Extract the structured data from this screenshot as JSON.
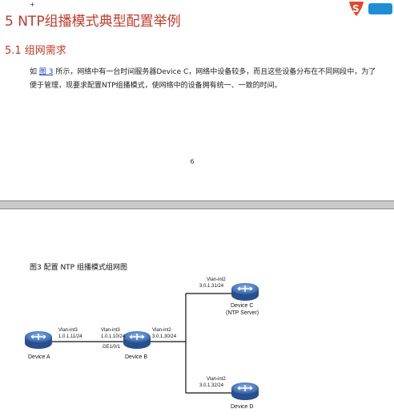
{
  "section": {
    "title": "5 NTP组播模式典型配置举例",
    "subsection": "5.1 组网需求",
    "para_pre": "如 ",
    "para_link": "图 3",
    "para_post": " 所示，网络中有一台时间服务器Device C，网络中设备较多，而且这些设备分布在不同网段中，为了便于管理，现要求配置NTP组播模式，使网络中的设备拥有统一、一致的时间。"
  },
  "page_number": "6",
  "figure": {
    "caption": "图3 配置 NTP 组播模式组网图",
    "devices": {
      "a": {
        "name": "Device A",
        "iface": "Vlan-int3",
        "ip": "1.0.1.11/24"
      },
      "b": {
        "name": "Device B",
        "iface_left": "Vlan-int3",
        "ip_left": "1.0.1.10/24",
        "port": "GE1/0/1",
        "iface_right": "Vlan-int2",
        "ip_right": "3.0.1.30/24"
      },
      "c": {
        "name": "Device C",
        "role": "(NTP Server)",
        "iface": "Vlan-int2",
        "ip": "3.0.1.31/24"
      },
      "d": {
        "name": "Device D",
        "iface": "Vlan-int2",
        "ip": "3.0.1.32/24"
      }
    }
  },
  "colors": {
    "heading": "#c0392b",
    "link": "#1a3fbf",
    "router": "#3a70b8"
  }
}
